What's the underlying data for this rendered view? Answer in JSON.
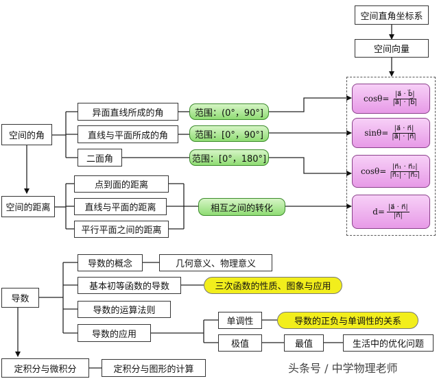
{
  "top": {
    "coord_system": "空间直角坐标系",
    "space_vector": "空间向量"
  },
  "space_angle": {
    "title": "空间的角",
    "items": [
      {
        "label": "异面直线所成的角",
        "range": "范围：(0°，90°]"
      },
      {
        "label": "直线与平面所成的角",
        "range": "范围：[0°，90°]"
      },
      {
        "label": "二面角",
        "range": "范围：[0°，180°]"
      }
    ]
  },
  "space_distance": {
    "title": "空间的距离",
    "items": [
      "点到面的距离",
      "直线与平面的距离",
      "平行平面之间的距离"
    ],
    "conversion": "相互之间的转化"
  },
  "formulas": [
    {
      "lhs": "cosθ=",
      "num": "|a⃗ · b⃗|",
      "den": "|a⃗| · |b⃗|"
    },
    {
      "lhs": "sinθ=",
      "num": "|a⃗ · n⃗|",
      "den": "|a⃗| · |n⃗|"
    },
    {
      "lhs": "cosθ=",
      "num": "|n⃗₁ · n⃗₂|",
      "den": "|n⃗₁| · |n⃗₂|"
    },
    {
      "lhs": "d=",
      "num": "|a⃗ · n⃗|",
      "den": "|n⃗|"
    }
  ],
  "derivative": {
    "title": "导数",
    "concept": "导数的概念",
    "meaning": "几何意义、物理意义",
    "basic": "基本初等函数的导数",
    "cubic": "三次函数的性质、图象与应用",
    "rules": "导数的运算法则",
    "application": "导数的应用",
    "monotonic": "单调性",
    "sign_relation": "导数的正负与单调性的关系",
    "extreme": "极值",
    "max_min": "最值",
    "optimize": "生活中的优化问题"
  },
  "integral": {
    "title": "定积分与微积分",
    "area": "定积分与图形的计算"
  },
  "watermark": "头条号 / 中学物理老师"
}
